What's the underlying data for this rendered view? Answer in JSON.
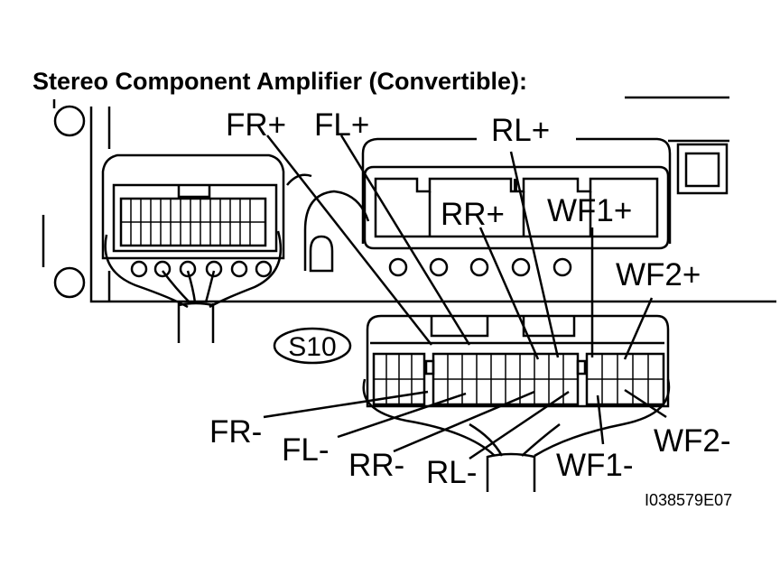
{
  "title": "Stereo Component Amplifier (Convertible):",
  "connector_id": "S10",
  "figure_code": "I038579E07",
  "terminals": {
    "fr_plus": "FR+",
    "fl_plus": "FL+",
    "rl_plus": "RL+",
    "rr_plus": "RR+",
    "wf1_plus": "WF1+",
    "wf2_plus": "WF2+",
    "fr_minus": "FR-",
    "fl_minus": "FL-",
    "rr_minus": "RR-",
    "rl_minus": "RL-",
    "wf1_minus": "WF1-",
    "wf2_minus": "WF2-"
  }
}
